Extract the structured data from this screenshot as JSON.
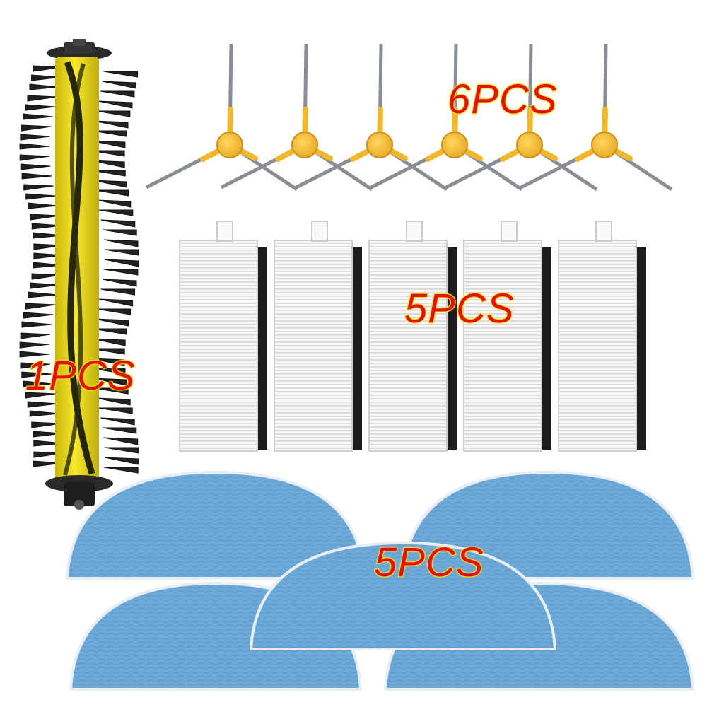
{
  "product_groups": [
    {
      "item": "roller-brush",
      "label": "1PCS",
      "count": 1
    },
    {
      "item": "side-brush",
      "label": "6PCS",
      "count": 6
    },
    {
      "item": "hepa-filter",
      "label": "5PCS",
      "count": 5
    },
    {
      "item": "mop-pad",
      "label": "5PCS",
      "count": 5
    }
  ],
  "labels": {
    "roller": "1PCS",
    "side_brushes": "6PCS",
    "filters": "5PCS",
    "mops": "5PCS"
  },
  "colors": {
    "background": "#ffffff",
    "label_text": "#e31212",
    "label_outline": "#f4e41a",
    "roller_core": "#f2e21a",
    "bristles": "#1f1f1f",
    "side_brush_hub": "#f1b82e",
    "side_brush_bristles": "#8a8d93",
    "filter_pleats": "#f5f5f5",
    "filter_foam": "#1c1c1c",
    "mop_cloth": "#6aa7d6"
  }
}
